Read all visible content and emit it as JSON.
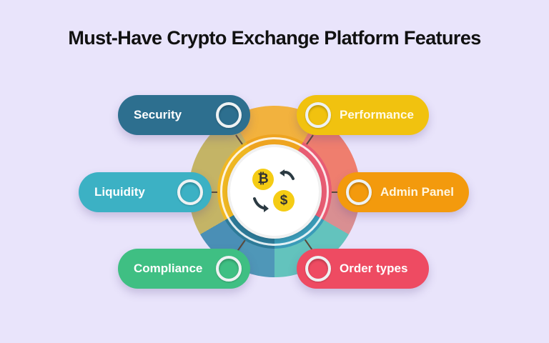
{
  "title": "Must-Have Crypto Exchange Platform Features",
  "center": {
    "icon": "crypto-exchange-icon",
    "coins": [
      {
        "symbol": "₿",
        "icon": "bitcoin-icon"
      },
      {
        "symbol": "$",
        "icon": "dollar-icon"
      }
    ],
    "arrows": [
      "exchange-arrow-icon",
      "exchange-arrow-icon"
    ]
  },
  "features": [
    {
      "label": "Security",
      "color": "#2d6f8f",
      "side": "left",
      "position": "top"
    },
    {
      "label": "Performance",
      "color": "#f1c20f",
      "side": "right",
      "position": "top"
    },
    {
      "label": "Liquidity",
      "color": "#3cb1c4",
      "side": "left",
      "position": "middle"
    },
    {
      "label": "Admin Panel",
      "color": "#f39a0d",
      "side": "right",
      "position": "middle"
    },
    {
      "label": "Compliance",
      "color": "#3fbf83",
      "side": "left",
      "position": "bottom"
    },
    {
      "label": "Order types",
      "color": "#ee4b62",
      "side": "right",
      "position": "bottom"
    }
  ],
  "colors": {
    "background": "#e9e4fb",
    "title": "#111111",
    "coin": "#f5cc14"
  }
}
